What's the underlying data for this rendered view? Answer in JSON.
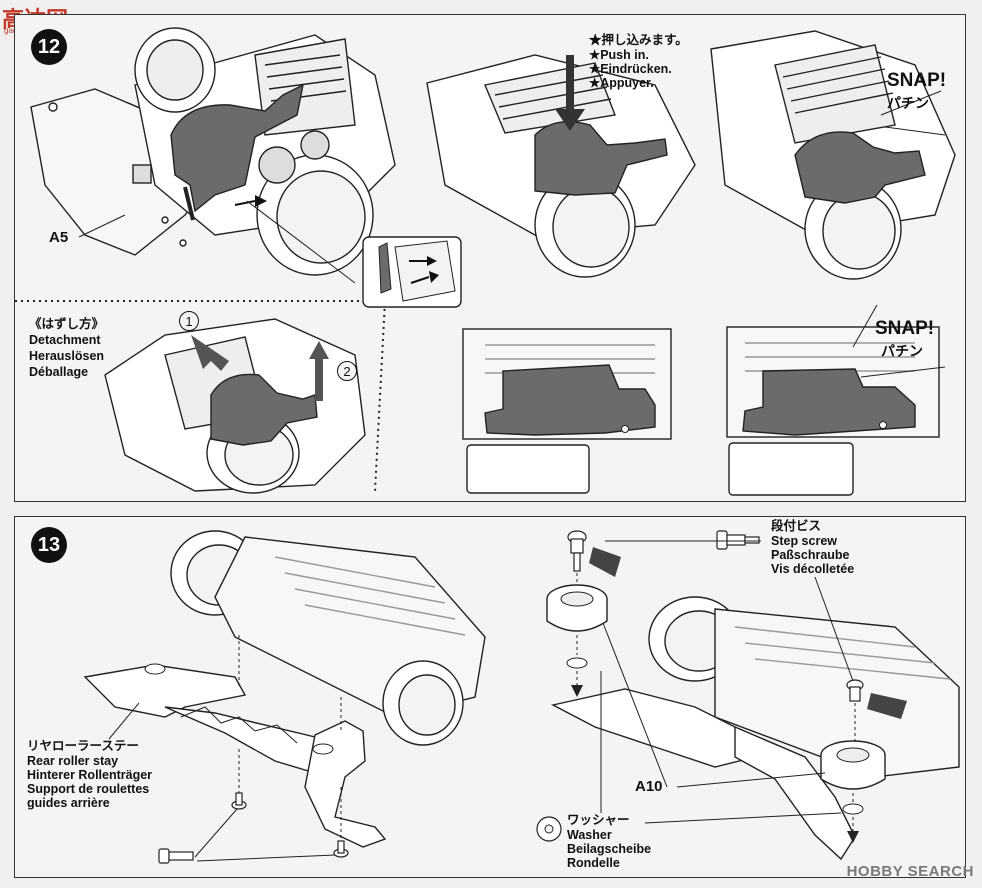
{
  "watermark_top": {
    "title": "高达网",
    "url": "gaoda.com"
  },
  "watermark_bottom": "HOBBY SEARCH",
  "step12": {
    "number": "12",
    "part_label": "A5",
    "push_note": [
      "★押し込みます。",
      "★Push in.",
      "★Eindrücken.",
      "★Appuyer."
    ],
    "snap": "SNAP!",
    "snap_jp": "パチン",
    "detachment": [
      "《はずし方》",
      "Detachment",
      "Herauslösen",
      "Déballage"
    ],
    "circle_1": "1",
    "circle_2": "2"
  },
  "step13": {
    "number": "13",
    "rear_roller_stay": [
      "リヤローラーステー",
      "Rear roller stay",
      "Hinterer Rollenträger",
      "Support de roulettes",
      "guides arrière"
    ],
    "step_screw": [
      "段付ビス",
      "Step screw",
      "Paßschraube",
      "Vis décolletée"
    ],
    "part_label": "A10",
    "washer": [
      "ワッシャー",
      "Washer",
      "Beilagscheibe",
      "Rondelle"
    ]
  }
}
